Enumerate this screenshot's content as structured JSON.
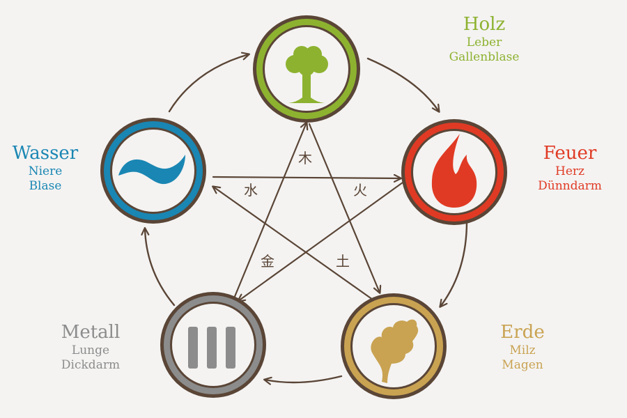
{
  "elements": [
    {
      "id": "holz",
      "name": "Holz",
      "organs": [
        "Leber",
        "Gallenblase"
      ],
      "color": "#8db230",
      "icon": "tree-icon",
      "glyph": "木"
    },
    {
      "id": "feuer",
      "name": "Feuer",
      "organs": [
        "Herz",
        "Dünndarm"
      ],
      "color": "#e03a24",
      "icon": "flame-icon",
      "glyph": "火"
    },
    {
      "id": "erde",
      "name": "Erde",
      "organs": [
        "Milz",
        "Magen"
      ],
      "color": "#c9a352",
      "icon": "leaf-icon",
      "glyph": "土"
    },
    {
      "id": "metall",
      "name": "Metall",
      "organs": [
        "Lunge",
        "Dickdarm"
      ],
      "color": "#8c8c8c",
      "icon": "bars-icon",
      "glyph": "金"
    },
    {
      "id": "wasser",
      "name": "Wasser",
      "organs": [
        "Niere",
        "Blase"
      ],
      "color": "#1a86b3",
      "icon": "wave-icon",
      "glyph": "水"
    }
  ],
  "stroke_color": "#5a4536"
}
